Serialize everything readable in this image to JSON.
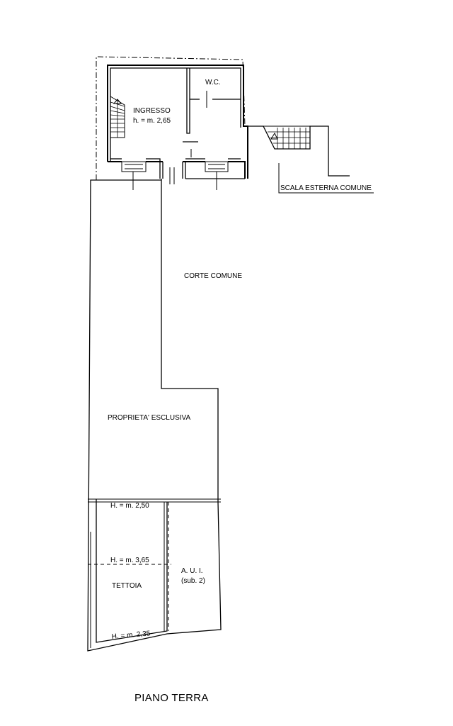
{
  "labels": {
    "ingresso": "INGRESSO",
    "ingresso_height": "h. = m. 2,65",
    "wc": "W.C.",
    "scala_esterna": "SCALA ESTERNA COMUNE",
    "corte_comune": "CORTE COMUNE",
    "proprieta": "PROPRIETA' ESCLUSIVA",
    "h_250": "H. = m. 2,50",
    "h_365": "H. = m. 3,65",
    "tettoia": "TETTOIA",
    "h_235": "H. = m. 2,35",
    "aui": "A. U. I.",
    "sub2": "(sub. 2)",
    "title": "PIANO TERRA"
  }
}
